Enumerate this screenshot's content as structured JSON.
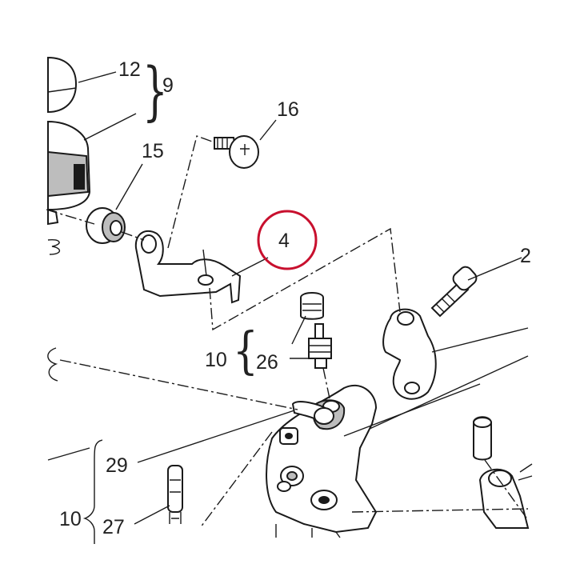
{
  "callouts": {
    "c12": "12",
    "c9": "9",
    "c16": "16",
    "c15": "15",
    "c4": "4",
    "c2": "2",
    "c10a": "10",
    "c26": "26",
    "c29": "29",
    "c10b": "10",
    "c27": "27"
  },
  "brace_glyph": "}",
  "brace_glyph_left": "{",
  "highlight": {
    "target": "4",
    "color": "#c8102e"
  },
  "colors": {
    "ink": "#1a1a1a",
    "paper": "#ffffff",
    "shade": "#bdbdbd"
  }
}
